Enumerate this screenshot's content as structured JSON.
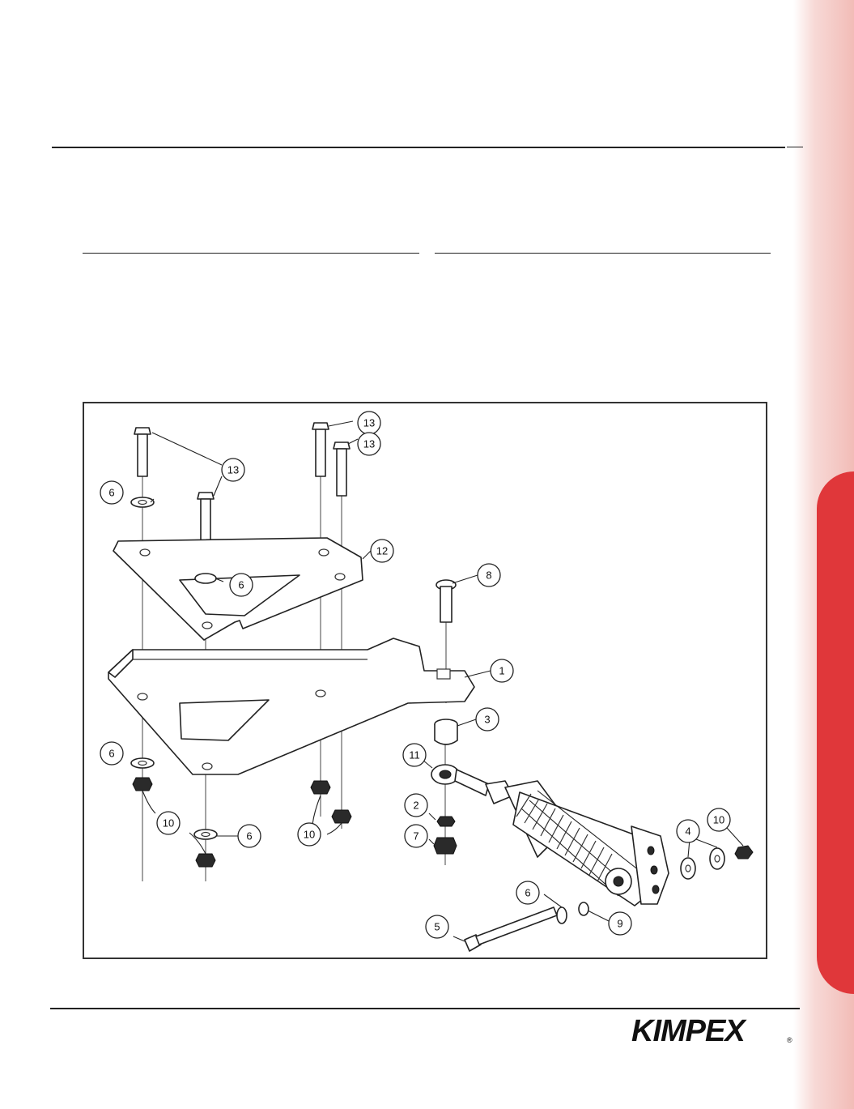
{
  "brand": {
    "name": "KIMPEX",
    "mark": "®",
    "accent_color": "#e0373a"
  },
  "figure": {
    "callouts": {
      "c13a": "13",
      "c13b": "13",
      "c13c": "13",
      "c6a": "6",
      "c6b": "6",
      "c6c": "6",
      "c6d": "6",
      "c6e": "6",
      "c12": "12",
      "c8": "8",
      "c1": "1",
      "c3": "3",
      "c11": "11",
      "c2": "2",
      "c7": "7",
      "c10a": "10",
      "c10b": "10",
      "c10c": "10",
      "c4": "4",
      "c9": "9",
      "c5": "5"
    }
  }
}
